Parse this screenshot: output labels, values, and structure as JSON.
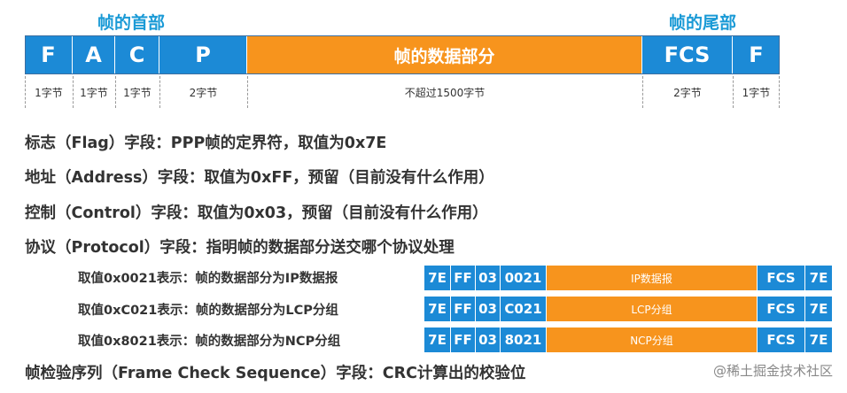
{
  "header": {
    "left": "帧的首部",
    "right": "帧的尾部"
  },
  "frame": {
    "fields": [
      {
        "label": "F",
        "color": "#1c8ad6",
        "size": "1字节"
      },
      {
        "label": "A",
        "color": "#1c8ad6",
        "size": "1字节"
      },
      {
        "label": "C",
        "color": "#1c8ad6",
        "size": "1字节"
      },
      {
        "label": "P",
        "color": "#1c8ad6",
        "size": "2字节"
      },
      {
        "label": "帧的数据部分",
        "color": "#f7941d",
        "size": "不超过1500字节"
      },
      {
        "label": "FCS",
        "color": "#1c8ad6",
        "size": "2字节"
      },
      {
        "label": "F",
        "color": "#1c8ad6",
        "size": "1字节"
      }
    ]
  },
  "descriptions": {
    "flag": "标志（Flag）字段：PPP帧的定界符，取值为0x7E",
    "address": "地址（Address）字段：取值为0xFF，预留（目前没有什么作用）",
    "control": "控制（Control）字段：取值为0x03，预留（目前没有什么作用）",
    "protocol": "协议（Protocol）字段：指明帧的数据部分送交哪个协议处理",
    "fcs": "帧检验序列（Frame Check Sequence）字段：CRC计算出的校验位"
  },
  "protocol_examples": [
    {
      "text": "取值0x0021表示：帧的数据部分为IP数据报",
      "cells": [
        "7E",
        "FF",
        "03",
        "0021",
        "IP数据报",
        "FCS",
        "7E"
      ]
    },
    {
      "text": "取值0xC021表示：帧的数据部分为LCP分组",
      "cells": [
        "7E",
        "FF",
        "03",
        "C021",
        "LCP分组",
        "FCS",
        "7E"
      ]
    },
    {
      "text": "取值0x8021表示：帧的数据部分为NCP分组",
      "cells": [
        "7E",
        "FF",
        "03",
        "8021",
        "NCP分组",
        "FCS",
        "7E"
      ]
    }
  ],
  "watermark": "@稀土掘金技术社区"
}
